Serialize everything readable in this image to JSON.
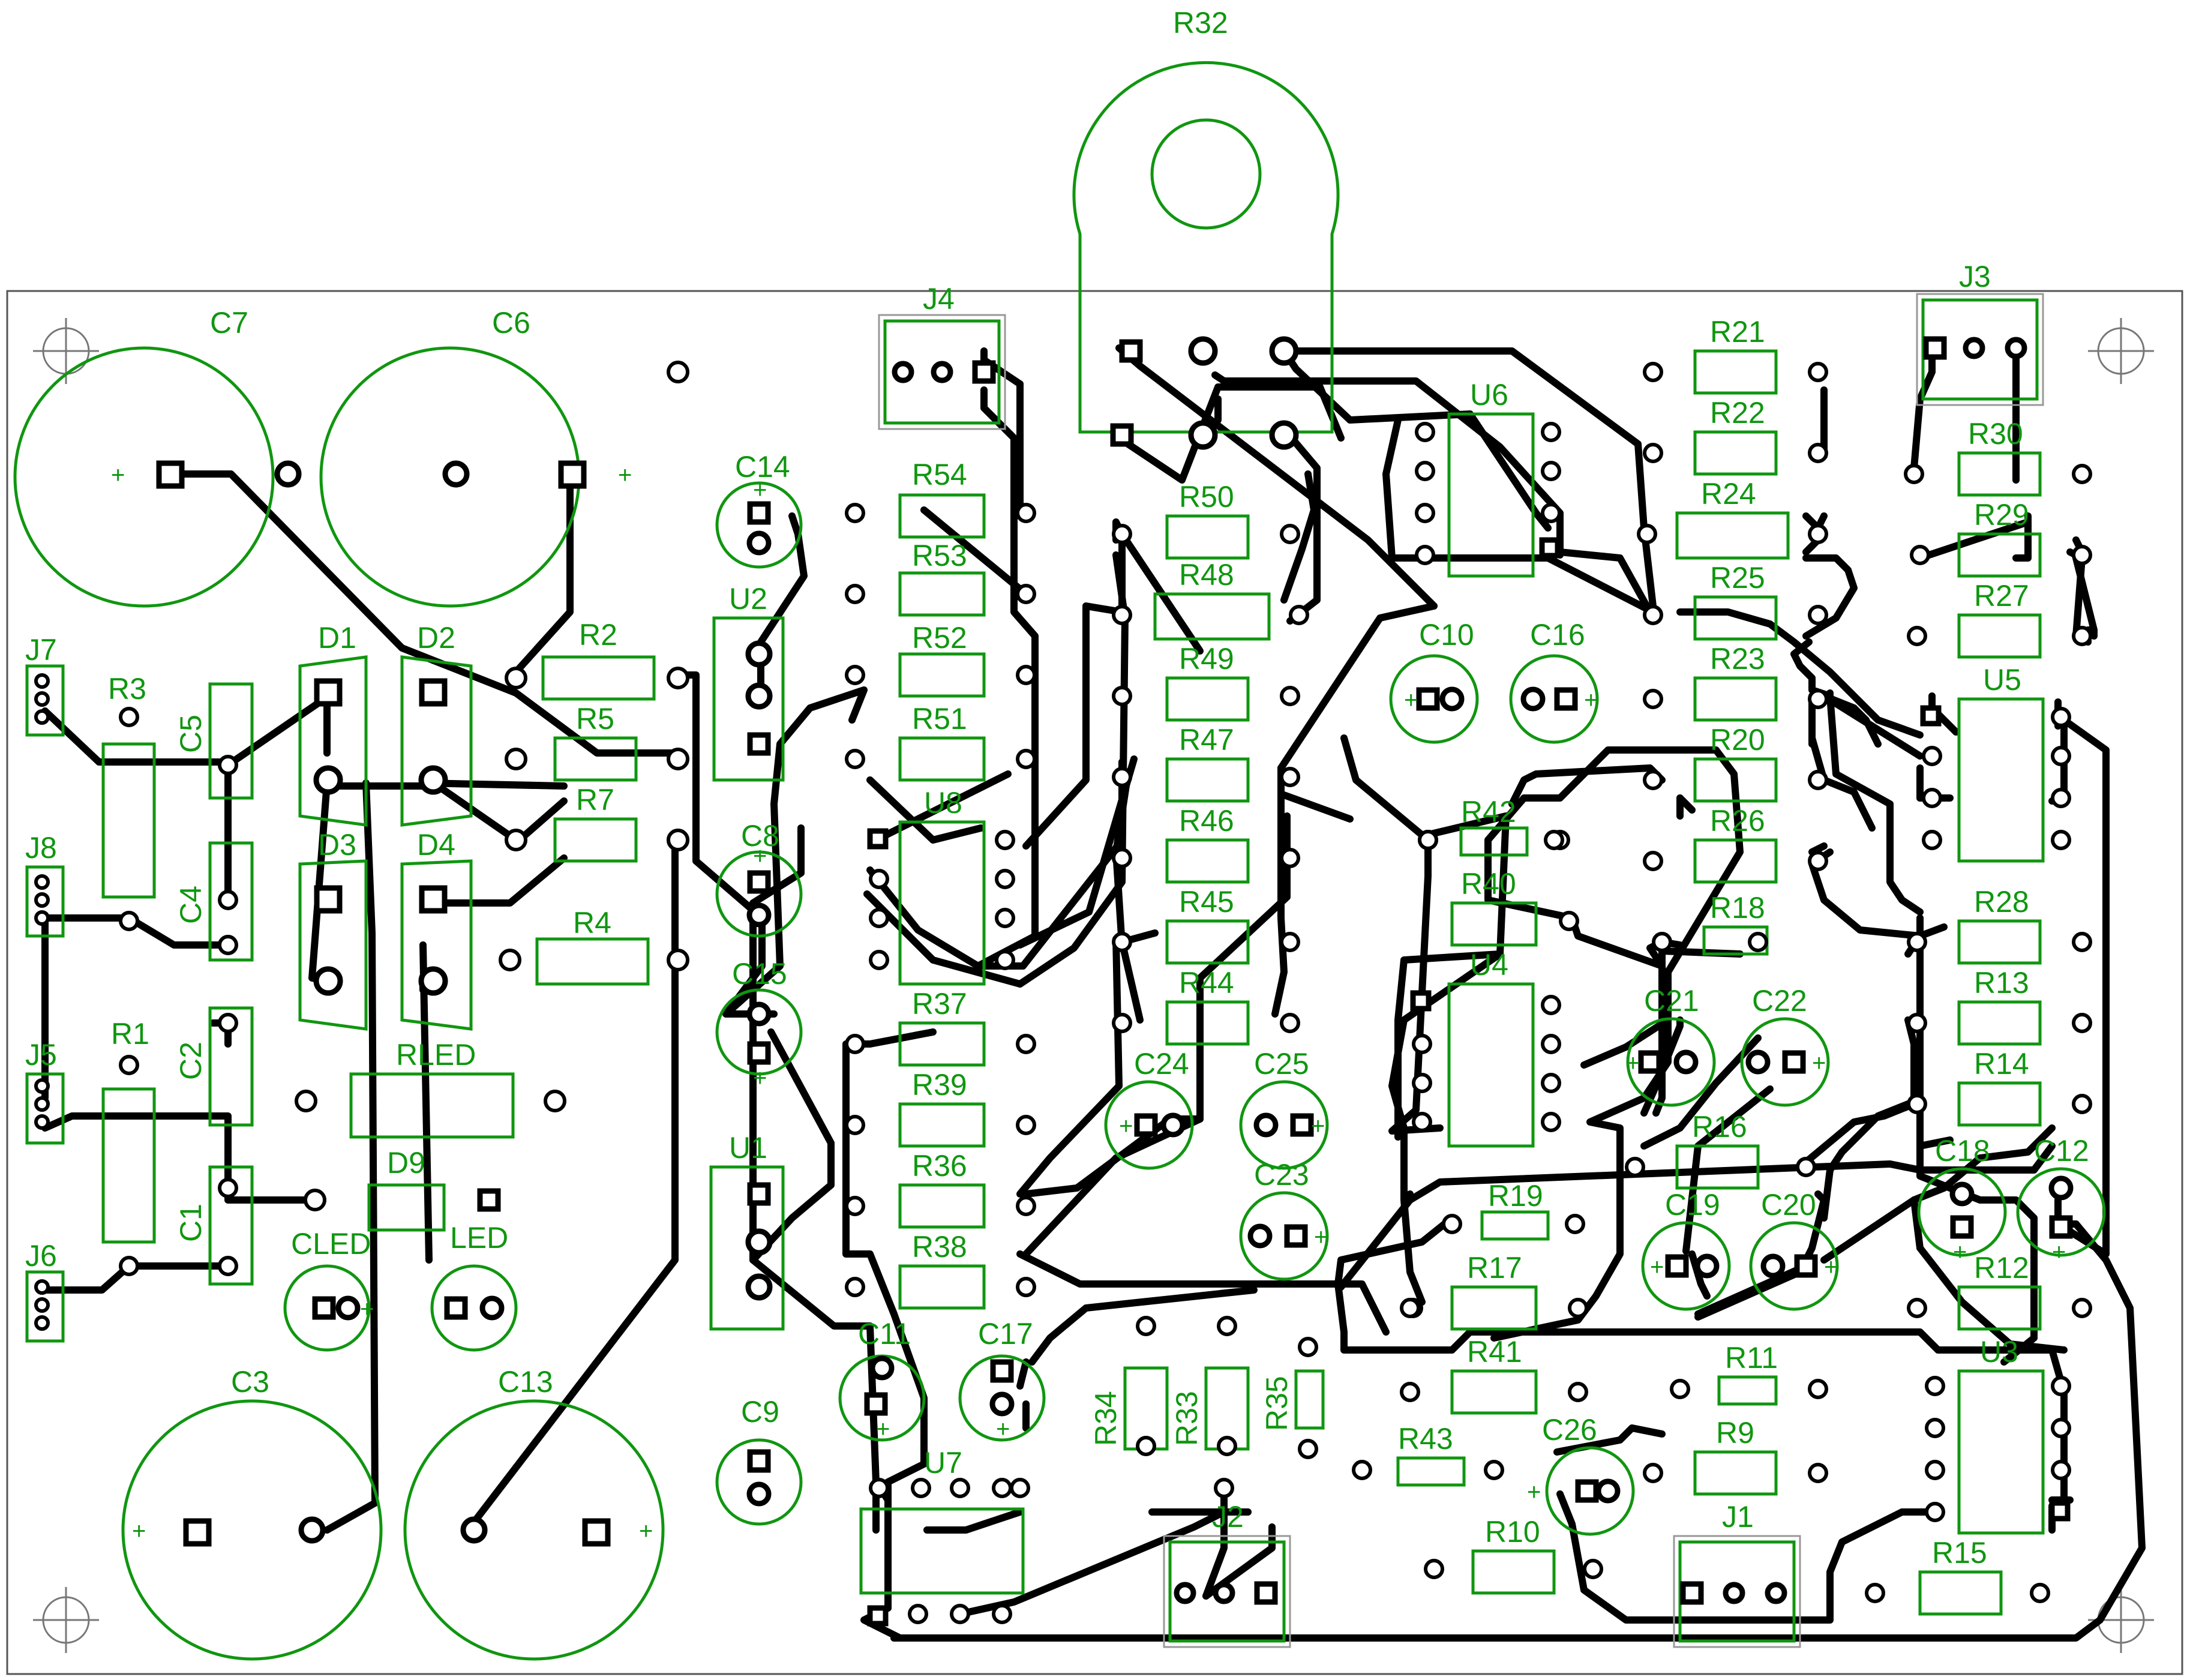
{
  "colors": {
    "silkscreen": "#109610",
    "copper": "#000000",
    "background": "#ffffff",
    "outline": "#555555"
  },
  "labels": {
    "R32": "R32",
    "J4": "J4",
    "J3": "J3",
    "J1": "J1",
    "J2": "J2",
    "J5": "J5",
    "J6": "J6",
    "J7": "J7",
    "J8": "J8",
    "C1": "C1",
    "C2": "C2",
    "C3": "C3",
    "C4": "C4",
    "C5": "C5",
    "C6": "C6",
    "C7": "C7",
    "C8": "C8",
    "C9": "C9",
    "C10": "C10",
    "C11": "C11",
    "C12": "C12",
    "C13": "C13",
    "C14": "C14",
    "C15": "C15",
    "C16": "C16",
    "C17": "C17",
    "C18": "C18",
    "C19": "C19",
    "C20": "C20",
    "C21": "C21",
    "C22": "C22",
    "C23": "C23",
    "C24": "C24",
    "C25": "C25",
    "C26": "C26",
    "CLED": "CLED",
    "LED": "LED",
    "RLED": "RLED",
    "D1": "D1",
    "D2": "D2",
    "D3": "D3",
    "D4": "D4",
    "D9": "D9",
    "U1": "U1",
    "U2": "U2",
    "U3": "U3",
    "U4": "U4",
    "U5": "U5",
    "U6": "U6",
    "U7": "U7",
    "U8": "U8",
    "R1": "R1",
    "R2": "R2",
    "R3": "R3",
    "R4": "R4",
    "R5": "R5",
    "R7": "R7",
    "R9": "R9",
    "R10": "R10",
    "R11": "R11",
    "R12": "R12",
    "R13": "R13",
    "R14": "R14",
    "R15": "R15",
    "R16": "R16",
    "R17": "R17",
    "R18": "R18",
    "R19": "R19",
    "R20": "R20",
    "R21": "R21",
    "R22": "R22",
    "R23": "R23",
    "R24": "R24",
    "R25": "R25",
    "R26": "R26",
    "R27": "R27",
    "R28": "R28",
    "R29": "R29",
    "R30": "R30",
    "R33": "R33",
    "R34": "R34",
    "R35": "R35",
    "R36": "R36",
    "R37": "R37",
    "R38": "R38",
    "R39": "R39",
    "R40": "R40",
    "R41": "R41",
    "R42": "R42",
    "R43": "R43",
    "R44": "R44",
    "R45": "R45",
    "R46": "R46",
    "R47": "R47",
    "R48": "R48",
    "R49": "R49",
    "R50": "R50",
    "R51": "R51",
    "R52": "R52",
    "R53": "R53",
    "R54": "R54"
  },
  "polarity_mark": "+"
}
